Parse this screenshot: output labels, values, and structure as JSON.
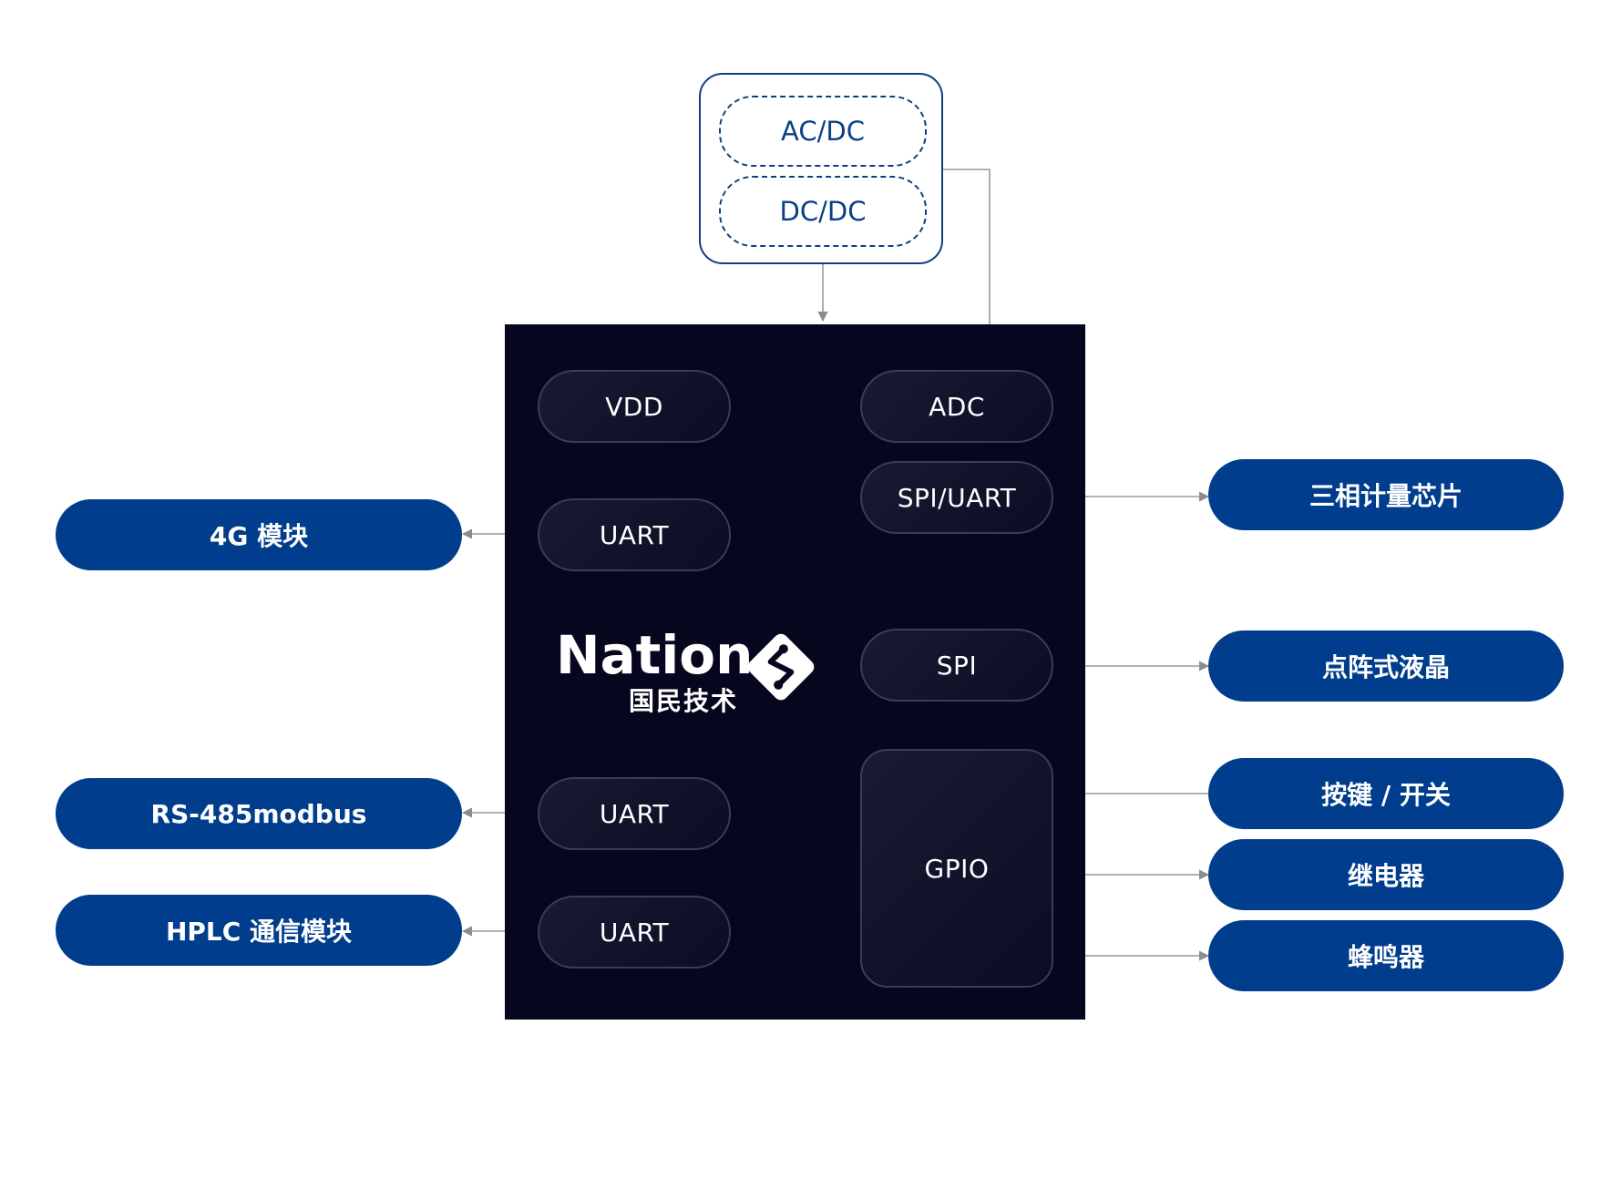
{
  "power": {
    "items": [
      "AC/DC",
      "DC/DC"
    ]
  },
  "chip": {
    "logo_text": "Nation",
    "logo_cn": "国民技术",
    "ports": {
      "vdd": "VDD",
      "adc": "ADC",
      "spi_uart": "SPI/UART",
      "uart_4g": "UART",
      "spi": "SPI",
      "uart_rs485": "UART",
      "uart_hplc": "UART",
      "gpio": "GPIO"
    }
  },
  "external": {
    "left": [
      "4G 模块",
      "RS-485modbus",
      "HPLC 通信模块"
    ],
    "right": [
      "三相计量芯片",
      "点阵式液晶",
      "按键 / 开关",
      "继电器",
      "蜂鸣器"
    ]
  },
  "colors": {
    "navy": "#003d8c",
    "chip_bg": "#06071f",
    "wire": "#9a9a9a",
    "power_border": "#0b3f85"
  }
}
